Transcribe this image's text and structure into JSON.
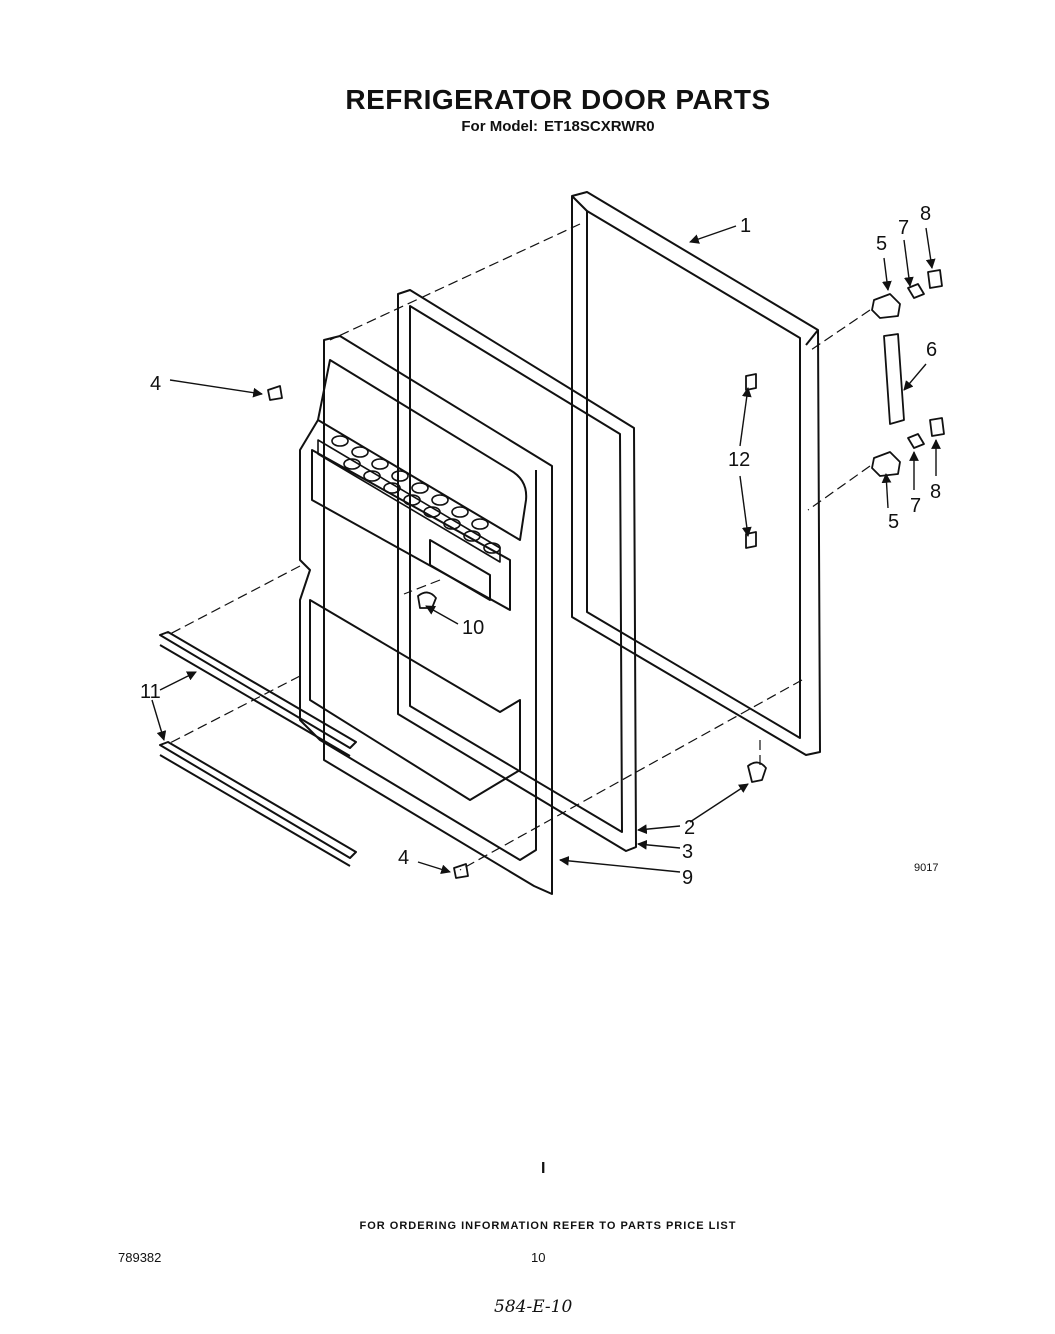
{
  "header": {
    "title": "REFRIGERATOR DOOR PARTS",
    "model_label": "For Model:",
    "model_number": "ET18SCXRWR0"
  },
  "callouts": {
    "c1": "1",
    "c2": "2",
    "c3": "3",
    "c4_top": "4",
    "c4_bottom": "4",
    "c5_top": "5",
    "c5_bottom": "5",
    "c6": "6",
    "c7_top": "7",
    "c7_bottom": "7",
    "c8_top": "8",
    "c8_bottom": "8",
    "c9": "9",
    "c10": "10",
    "c11": "11",
    "c12": "12"
  },
  "diagram_code": "9017",
  "mark": "I",
  "footer": {
    "ordering_note": "FOR ORDERING INFORMATION REFER TO PARTS PRICE LIST",
    "document_number": "789382",
    "page_number": "10",
    "handwritten_note": "584-E-10"
  }
}
